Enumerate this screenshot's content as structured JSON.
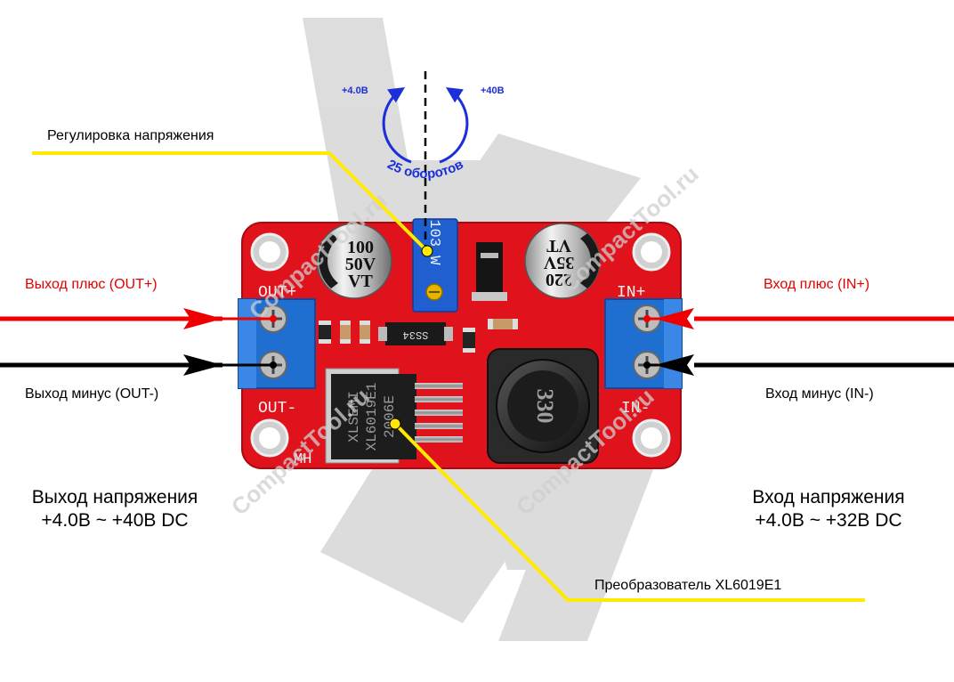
{
  "labels": {
    "voltage_adjust": "Регулировка напряжения",
    "out_plus": "Выход плюс (OUT+)",
    "out_minus": "Выход минус (OUT-)",
    "in_plus": "Вход плюс (IN+)",
    "in_minus": "Вход минус (IN-)",
    "converter": "Преобразователь XL6019E1",
    "output_title": "Выход напряжения",
    "output_range": "+4.0В ~ +40В DC",
    "input_title": "Вход напряжения",
    "input_range": "+4.0В ~ +32В DC"
  },
  "rotation": {
    "left_value": "+4.0В",
    "right_value": "+40В",
    "turns": "25 оборотов"
  },
  "board": {
    "cap_left_lines": [
      "100",
      "50V",
      "VT"
    ],
    "cap_right_lines": [
      "220",
      "35V",
      "VT"
    ],
    "pot_text": "103 W",
    "ic_lines": [
      "XLSEMI",
      "XL6019E1",
      "2006E"
    ],
    "inductor_text": "330",
    "diode_text": "SS34",
    "out_plus_silk": "OUT+",
    "out_minus_silk": "OUT-",
    "in_plus_silk": "IN+",
    "in_minus_silk": "IN-",
    "mh_silk": "MH"
  },
  "watermark": "CompactTool.ru",
  "colors": {
    "pcb": "#e0131c",
    "terminal": "#1f6fd0",
    "wire_red": "#ee0000",
    "wire_black": "#000000",
    "leader": "#ffea00",
    "rotation": "#1c2fd8"
  }
}
